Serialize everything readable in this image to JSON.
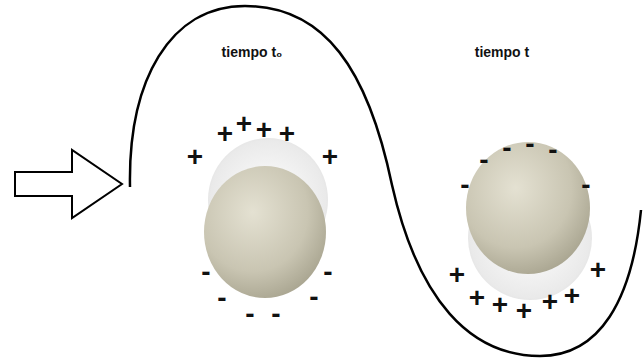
{
  "diagram": {
    "labels": [
      "tiempo t₀",
      "+",
      "+",
      "+",
      "+",
      "+",
      "+",
      "-",
      "-",
      "-",
      "-",
      "-",
      "-",
      "tiempo t",
      "-",
      "-",
      "-",
      "-",
      "-",
      "-",
      "+",
      "+",
      "+",
      "+",
      "+",
      "+",
      "+"
    ]
  }
}
